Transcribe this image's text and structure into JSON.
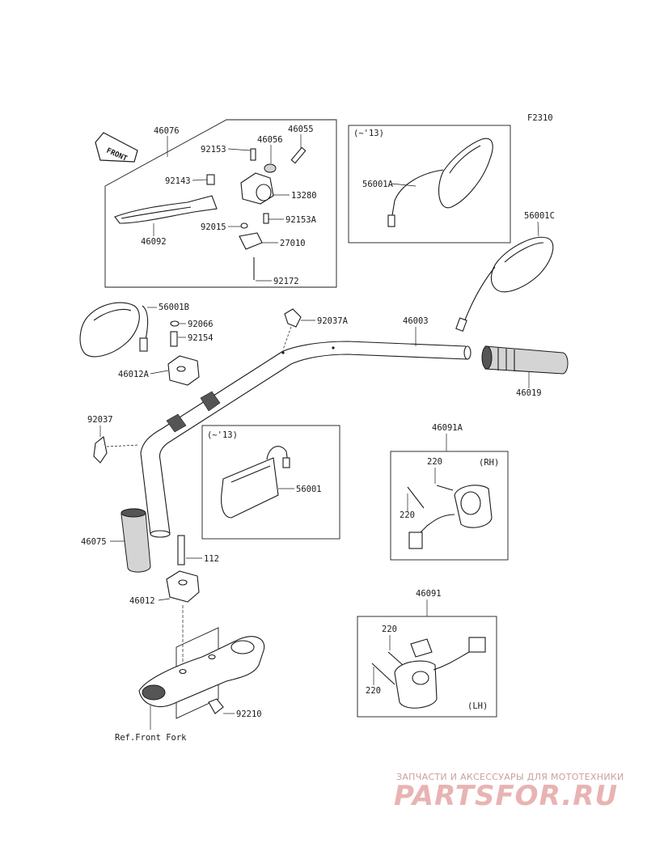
{
  "figure_code": "F2310",
  "front_arrow_label": "FRONT",
  "variant_note": "(~'13)",
  "labels": {
    "p46076": "46076",
    "p92153": "92153",
    "p46056": "46056",
    "p46055": "46055",
    "p92143": "92143",
    "p13280": "13280",
    "p92015": "92015",
    "p92153A": "92153A",
    "p46092": "46092",
    "p27010": "27010",
    "p92172": "92172",
    "p56001A": "56001A",
    "p56001C": "56001C",
    "p56001B": "56001B",
    "p92066": "92066",
    "p92154": "92154",
    "p46012A": "46012A",
    "p92037A": "92037A",
    "p46003": "46003",
    "p46019": "46019",
    "p92037": "92037",
    "p56001": "56001",
    "p46091A": "46091A",
    "p220a": "220",
    "p220b": "220",
    "p46075": "46075",
    "p112": "112",
    "p46012": "46012",
    "p46091": "46091",
    "p220c": "220",
    "p220d": "220",
    "p92210": "92210",
    "ref_front_fork": "Ref.Front Fork",
    "rh": "(RH)",
    "lh": "(LH)"
  },
  "watermark": {
    "tagline": "ЗАПЧАСТИ И АКСЕССУАРЫ ДЛЯ МОТОТЕХНИКИ",
    "logo": "PARTSFOR.RU"
  },
  "colors": {
    "line": "#1a1a1a",
    "watermark_text": "#c9a0a0",
    "watermark_logo": "#e9b3b3"
  }
}
